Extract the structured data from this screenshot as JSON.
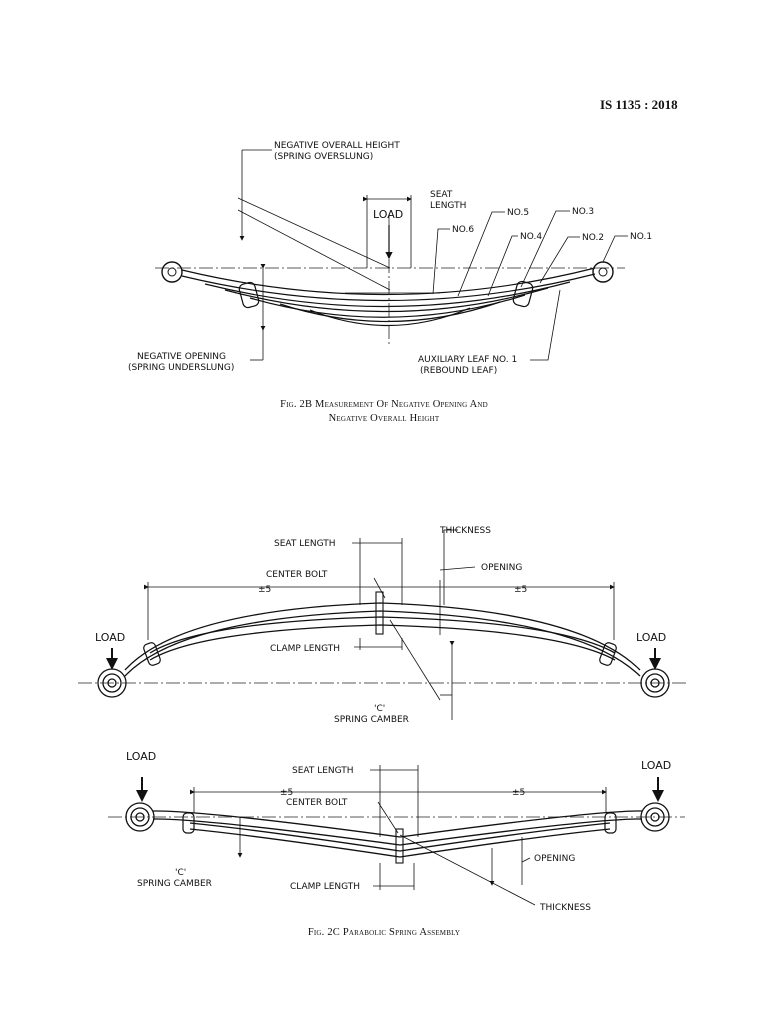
{
  "header": {
    "standard": "IS 1135 : 2018"
  },
  "fig2b": {
    "caption_line1": "Fig. 2B  Measurement Of Negative Opening And",
    "caption_line2": "Negative Overall Height",
    "labels": {
      "neg_height_1": "NEGATIVE OVERALL HEIGHT",
      "neg_height_2": "(SPRING OVERSLUNG)",
      "seat_1": "SEAT",
      "seat_2": "LENGTH",
      "load": "LOAD",
      "no6": "NO.6",
      "no5": "NO.5",
      "no4": "NO.4",
      "no3": "NO.3",
      "no2": "NO.2",
      "no1": "NO.1",
      "neg_opening_1": "NEGATIVE OPENING",
      "neg_opening_2": "(SPRING UNDERSLUNG)",
      "aux_1": "AUXILIARY LEAF NO. 1",
      "aux_2": "(REBOUND LEAF)"
    }
  },
  "fig2c_top": {
    "labels": {
      "thickness": "THICKNESS",
      "seat_length": "SEAT LENGTH",
      "opening": "OPENING",
      "center_bolt": "CENTER BOLT",
      "pm_left": "±5",
      "pm_right": "±5",
      "load_left": "LOAD",
      "load_right": "LOAD",
      "clamp_length": "CLAMP LENGTH",
      "camber_1": "'C'",
      "camber_2": "SPRING CAMBER"
    }
  },
  "fig2c_bottom": {
    "caption": "Fig. 2C  Parabolic Spring Assembly",
    "labels": {
      "load_left": "LOAD",
      "load_right": "LOAD",
      "seat_length": "SEAT LENGTH",
      "pm_left": "±5",
      "pm_right": "±5",
      "center_bolt": "CENTER BOLT",
      "opening": "OPENING",
      "camber_1": "'C'",
      "camber_2": "SPRING CAMBER",
      "clamp_length": "CLAMP LENGTH",
      "thickness": "THICKNESS"
    }
  }
}
